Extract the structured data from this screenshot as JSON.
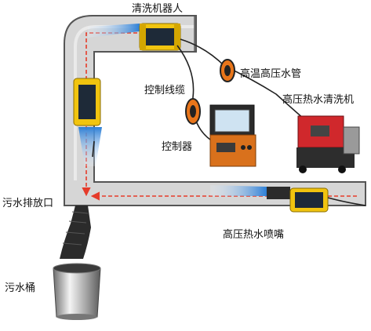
{
  "labels": {
    "robot": "清洗机器人",
    "hose": "高温高压水管",
    "cable": "控制线缆",
    "washer": "高压热水清洗机",
    "controller": "控制器",
    "drain": "污水排放口",
    "nozzle": "高压热水喷嘴",
    "bucket": "污水桶"
  },
  "colors": {
    "duct_fill": "#d6d6d6",
    "duct_edge": "#555555",
    "flow_arrow": "#e53b2a",
    "robot_body": "#f1c40f",
    "robot_dark": "#1e2a38",
    "reel": "#e8751a",
    "washer_red": "#d0282c",
    "controller_orange": "#d9711c",
    "water_jet": "#5aa7e6"
  },
  "icons": {
    "robot": "duct-cleaning-robot-icon",
    "reel": "cable-reel-icon",
    "washer": "pressure-washer-icon",
    "controller": "control-box-icon",
    "bucket": "waste-bucket-icon",
    "nozzle": "spray-nozzle-icon"
  }
}
